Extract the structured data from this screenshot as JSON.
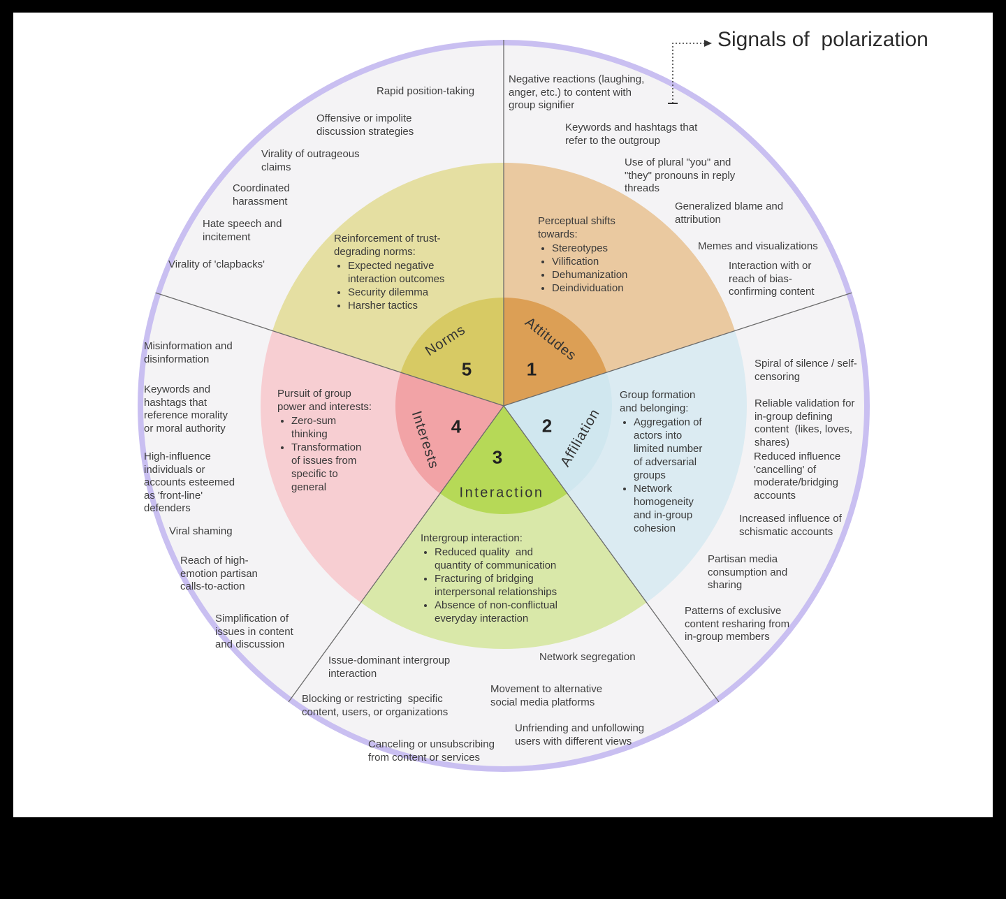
{
  "title": "Signals of  polarization",
  "palette": {
    "frame": "#000000",
    "canvas": "#ffffff",
    "outer_fill": "#f4f3f5",
    "outer_stroke": "#c9bff1",
    "divider": "#6b6b6b",
    "text": "#3e3e3e"
  },
  "sectors": [
    {
      "name": "Attitudes",
      "number": "1",
      "colors": {
        "core": "#dc9f55",
        "ring": "#eac9a0"
      },
      "core_text": {
        "heading": "Perceptual shifts\ntowards:",
        "bullets": [
          "Stereotypes",
          "Vilification",
          "Dehumanization",
          "Deindividuation"
        ]
      },
      "signals": [
        "Negative reactions (laughing,\nanger, etc.) to content with\ngroup signifier",
        "Keywords and hashtags that\nrefer to the outgroup",
        "Use of plural \"you\" and\n\"they\" pronouns in reply\nthreads",
        "Generalized blame and\nattribution",
        "Memes and visualizations",
        "Interaction with or\nreach of bias-\nconfirming content"
      ]
    },
    {
      "name": "Affiliation",
      "number": "2",
      "colors": {
        "core": "#d0e7ef",
        "ring": "#dbebf2"
      },
      "core_text": {
        "heading": "Group formation\nand belonging:",
        "bullets": [
          "Aggregation of\nactors into\nlimited number\nof adversarial\ngroups",
          "Network\nhomogeneity\nand in-group\ncohesion"
        ]
      },
      "signals": [
        "Spiral of silence / self-\ncensoring",
        "Reliable validation for\nin-group defining\ncontent  (likes, loves,\nshares)",
        "Reduced influence\n'cancelling' of\nmoderate/bridging\naccounts",
        "Increased influence of\nschismatic accounts",
        "Partisan media\nconsumption and\nsharing",
        "Patterns of exclusive\ncontent resharing from\nin-group members"
      ]
    },
    {
      "name": "Interaction",
      "number": "3",
      "colors": {
        "core": "#b6d957",
        "ring": "#d9e8a9"
      },
      "core_text": {
        "heading": "Intergroup interaction:",
        "bullets": [
          "Reduced quality  and\nquantity of communication",
          "Fracturing of bridging\ninterpersonal relationships",
          "Absence of non-conflictual\neveryday interaction"
        ]
      },
      "signals": [
        "Issue-dominant intergroup\ninteraction",
        "Blocking or restricting  specific\ncontent, users, or organizations",
        "Canceling or unsubscribing\nfrom content or services",
        "Network segregation",
        "Movement to alternative\nsocial media platforms",
        "Unfriending and unfollowing\nusers with different views"
      ]
    },
    {
      "name": "Interests",
      "number": "4",
      "colors": {
        "core": "#f2a3a6",
        "ring": "#f7ced2"
      },
      "core_text": {
        "heading": "Pursuit of group\npower and interests:",
        "bullets": [
          "Zero-sum\nthinking",
          "Transformation\nof issues from\nspecific to\ngeneral"
        ]
      },
      "signals": [
        "Misinformation and\ndisinformation",
        "Keywords and\nhashtags that\nreference morality\nor moral authority",
        "High-influence\nindividuals or\naccounts esteemed\nas 'front-line'\ndefenders",
        "Viral shaming",
        "Reach of high-\nemotion partisan\ncalls-to-action",
        "Simplification of\nissues in content\nand discussion"
      ]
    },
    {
      "name": "Norms",
      "number": "5",
      "colors": {
        "core": "#d7ca64",
        "ring": "#e5dfa2"
      },
      "core_text": {
        "heading": "Reinforcement of trust-\ndegrading norms:",
        "bullets": [
          "Expected negative\ninteraction outcomes",
          "Security dilemma",
          "Harsher tactics"
        ]
      },
      "signals": [
        "Rapid position-taking",
        "Offensive or impolite\ndiscussion strategies",
        "Virality of outrageous\nclaims",
        "Coordinated\nharassment",
        "Hate speech and\nincitement",
        "Virality of 'clapbacks'"
      ]
    }
  ]
}
